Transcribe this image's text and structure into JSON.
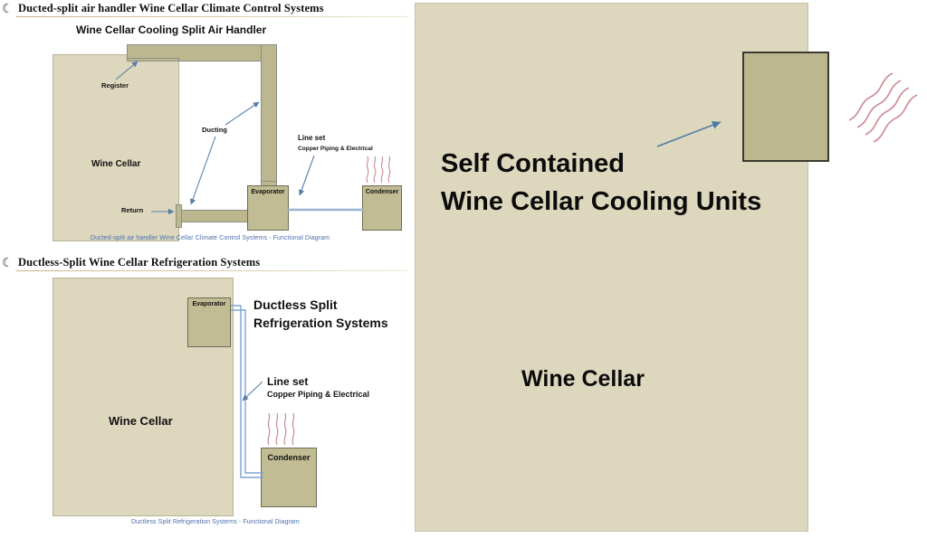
{
  "sections": [
    {
      "icon": "crescent-moon-icon",
      "title": "Ducted-split air handler Wine Cellar Climate Control Systems",
      "diagram": {
        "heading": "Wine Cellar Cooling Split Air Handler",
        "cellar_label": "Wine Cellar",
        "labels": {
          "register": "Register",
          "ducting": "Ducting",
          "return": "Return",
          "line_set_title": "Line set",
          "line_set_sub": "Copper Piping & Electrical"
        },
        "units": {
          "evaporator": "Evaporator",
          "condenser": "Condenser"
        },
        "caption": "Ducted-split air handler Wine Cellar Climate Control Systems  -  Functional Diagram"
      }
    },
    {
      "icon": "crescent-moon-icon",
      "title": "Ductless-Split Wine Cellar Refrigeration Systems",
      "diagram": {
        "cellar_label": "Wine Cellar",
        "labels": {
          "system_title_line1": "Ductless Split",
          "system_title_line2": "Refrigeration Systems",
          "line_set_title": "Line set",
          "line_set_sub": "Copper Piping  & Electrical"
        },
        "units": {
          "evaporator": "Evaporator",
          "condenser": "Condenser"
        },
        "caption": "Ductless Split Refrigeration Systems  -  Functional Diagram"
      }
    }
  ],
  "right_panel": {
    "title_line1": "Self Contained",
    "title_line2": "Wine Cellar Cooling Units",
    "cellar_label": "Wine Cellar",
    "unit_name": "self-contained-cooling-unit",
    "heat_waves": "heat-waves-icon"
  },
  "colors": {
    "cellar_fill": "#dcd7bd",
    "cellar_stroke": "#b9b396",
    "duct_fill": "#bdb78f",
    "duct_stroke": "#8c8d86",
    "unit_fill": "#c2bc94",
    "unit_stroke": "#6d6c55",
    "arrow": "#5a7fa6",
    "pipe": "#9cb3d2",
    "caption_text": "#4a6fae",
    "heat_wave": "#c98b95",
    "header_text": "#101010"
  }
}
